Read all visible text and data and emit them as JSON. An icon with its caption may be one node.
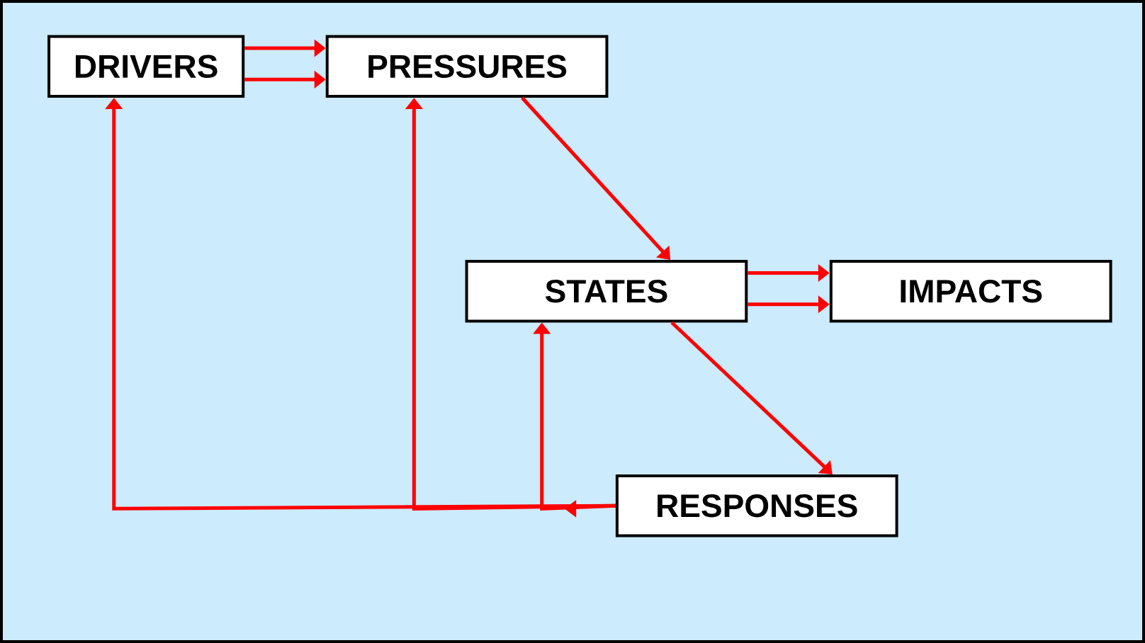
{
  "diagram": {
    "nodes": [
      {
        "text": [
          "DRIVERS"
        ]
      },
      {
        "text": [
          "PRESSURES"
        ]
      },
      {
        "text": [
          "STATES"
        ]
      },
      {
        "text": [
          "IMPACTS"
        ]
      },
      {
        "text": [
          "RESPONSES"
        ]
      }
    ],
    "edges": [
      {
        "from": 0,
        "to": 1,
        "arrow": "to"
      },
      {
        "from": 0,
        "to": 1,
        "arrow": "to"
      },
      {
        "from": 1,
        "to": 2,
        "arrow": "to"
      },
      {
        "from": 2,
        "to": 3,
        "arrow": "to"
      },
      {
        "from": 2,
        "to": 3,
        "arrow": "to"
      },
      {
        "from": 2,
        "to": 4,
        "arrow": "to"
      },
      {
        "from": 4,
        "to": 0,
        "arrow": "to"
      },
      {
        "from": 4,
        "to": 1,
        "arrow": "to"
      },
      {
        "from": 4,
        "to": 2,
        "arrow": "to"
      }
    ]
  }
}
